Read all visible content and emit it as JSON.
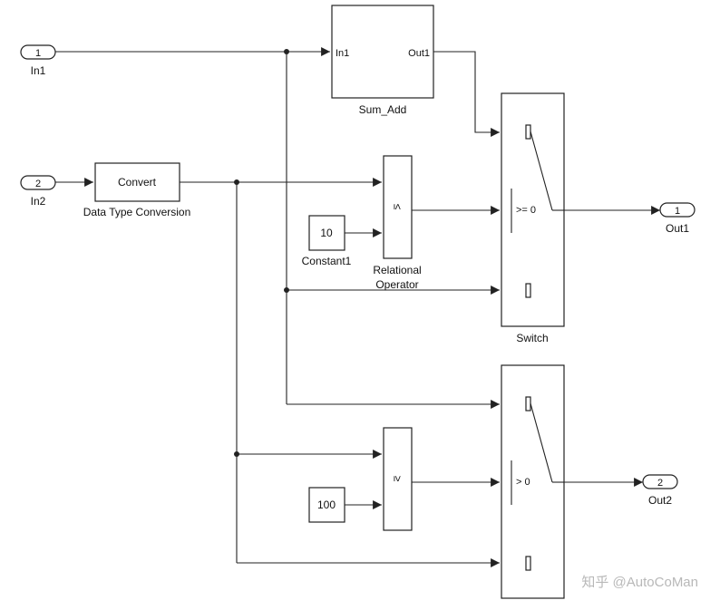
{
  "ports": {
    "in1": {
      "number": "1",
      "label": "In1"
    },
    "in2": {
      "number": "2",
      "label": "In2"
    },
    "out1": {
      "number": "1",
      "label": "Out1"
    },
    "out2": {
      "number": "2",
      "label": "Out2"
    }
  },
  "blocks": {
    "sum_add": {
      "name": "Sum_Add",
      "in_port": "In1",
      "out_port": "Out1"
    },
    "convert": {
      "text": "Convert",
      "name": "Data Type Conversion"
    },
    "constant1": {
      "value": "10",
      "name": "Constant1"
    },
    "relational": {
      "symbol": "≤",
      "name_line1": "Relational",
      "name_line2": "Operator"
    },
    "switch1": {
      "name": "Switch",
      "criteria": ">= 0"
    },
    "constant2": {
      "value": "100"
    },
    "relational2": {
      "symbol": "≥"
    },
    "switch2": {
      "criteria": "> 0"
    }
  },
  "watermark": "知乎 @AutoCoMan"
}
